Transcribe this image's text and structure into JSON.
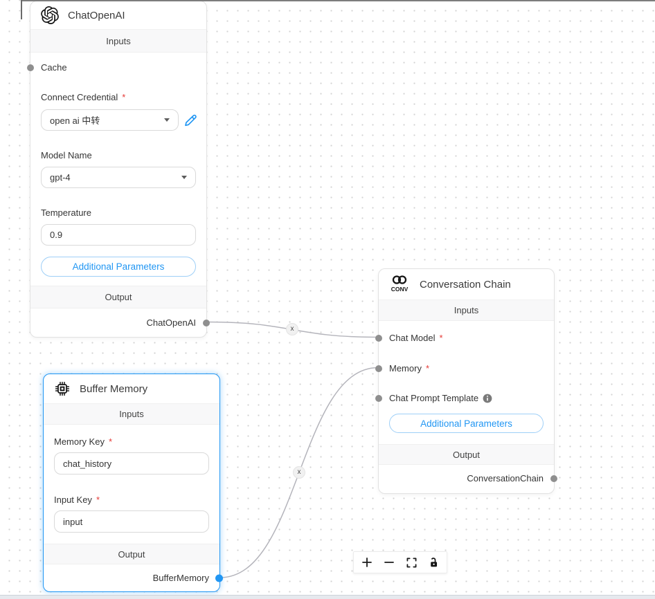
{
  "ui": {
    "required_marker": "*",
    "inputs_header": "Inputs",
    "output_header": "Output",
    "additional_parameters_label": "Additional Parameters"
  },
  "nodes": {
    "chat_openai": {
      "title": "ChatOpenAI",
      "icon": "openai-logo",
      "cache_label": "Cache",
      "connect_credential_label": "Connect Credential",
      "credential_value": "open ai 中转",
      "model_name_label": "Model Name",
      "model_value": "gpt-4",
      "temperature_label": "Temperature",
      "temperature_value": "0.9",
      "output_anchor_label": "ChatOpenAI"
    },
    "buffer_memory": {
      "title": "Buffer Memory",
      "icon": "memory-chip",
      "memory_key_label": "Memory Key",
      "memory_key_value": "chat_history",
      "input_key_label": "Input Key",
      "input_key_value": "input",
      "output_anchor_label": "BufferMemory",
      "selected": true
    },
    "conversation_chain": {
      "title": "Conversation Chain",
      "icon": "conversation-chain",
      "icon_text": "CONV",
      "chat_model_label": "Chat Model",
      "memory_label": "Memory",
      "chat_prompt_template_label": "Chat Prompt Template",
      "output_anchor_label": "ConversationChain"
    }
  },
  "edges": [
    {
      "from": "ChatOpenAI",
      "to": "Chat Model",
      "delete_label": "x"
    },
    {
      "from": "BufferMemory",
      "to": "Memory",
      "delete_label": "x"
    }
  ],
  "colors": {
    "accent_blue": "#2196f3",
    "edge_gray": "#b4b4bb",
    "required_red": "#e53935",
    "handle_gray": "#8f8f8f",
    "band_bg": "#f8f8f9"
  }
}
